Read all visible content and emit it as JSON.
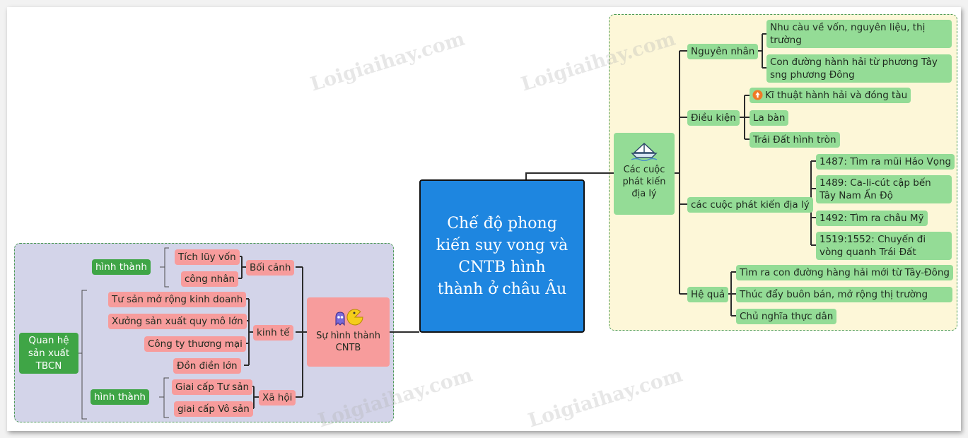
{
  "watermark": "Loigiaihay.com",
  "root": {
    "title": "Chế độ phong kiến suy vong và CNTB hình thành ở châu Âu"
  },
  "right": {
    "main": "Các cuộc phát kiến địa lý",
    "nguyen_nhan": {
      "label": "Nguyên nhân",
      "items": [
        "Nhu càu về vốn, nguyên liệu, thị trường",
        "Con đường hành hải từ phương Tây sng phương Đông"
      ]
    },
    "dieu_kien": {
      "label": "Điều kiện",
      "items": [
        "Kĩ thuật hành hải và đóng tàu",
        "La bàn",
        "Trái Đất hình tròn"
      ]
    },
    "cac_cuoc": {
      "label": "các cuộc phát kiến địa lý",
      "items": [
        "1487: Tìm ra mũi Hảo Vọng",
        "1489: Ca-li-cút cập bến Tây Nam Ấn Độ",
        "1492: Tìm ra châu Mỹ",
        "1519:1552: Chuyến đi vòng quanh Trái Đất"
      ]
    },
    "he_qua": {
      "label": "Hệ quả",
      "items": [
        "Tìm ra con đường hàng hải mới từ Tây-Đông",
        "Thúc đẩy buôn bán, mở rộng thị trường",
        "Chủ nghĩa thực dân"
      ]
    }
  },
  "left": {
    "main": "Sự hình thành CNTB",
    "boi_canh": {
      "label": "Bối cảnh",
      "items": [
        "Tích lũy vốn",
        "công nhân"
      ]
    },
    "kinh_te": {
      "label": "kinh tế",
      "items": [
        "Tư sản mở rộng kinh doanh",
        "Xưởng sản xuất quy mô lớn",
        "Công ty thương mại",
        "Đồn điền lớn"
      ]
    },
    "xa_hoi": {
      "label": "Xã hội",
      "items": [
        "Giai cấp Tư sản",
        "giai cấp Vô sản"
      ]
    },
    "hinh_thanh": [
      "hình thành",
      "hình thành"
    ],
    "quan_he": "Quan hệ sản xuất TBCN"
  },
  "colors": {
    "green": "#94dc96",
    "pink": "#f79c9c",
    "dark_green": "#3fa546",
    "root": "#1e86e0",
    "right_bg": "#fdf7d8",
    "left_bg": "#d3d4e9"
  },
  "icons": {
    "right_main": "ship-icon",
    "left_main": "pacman-ghost-icon",
    "priority": "arrow-up-circle-icon"
  }
}
